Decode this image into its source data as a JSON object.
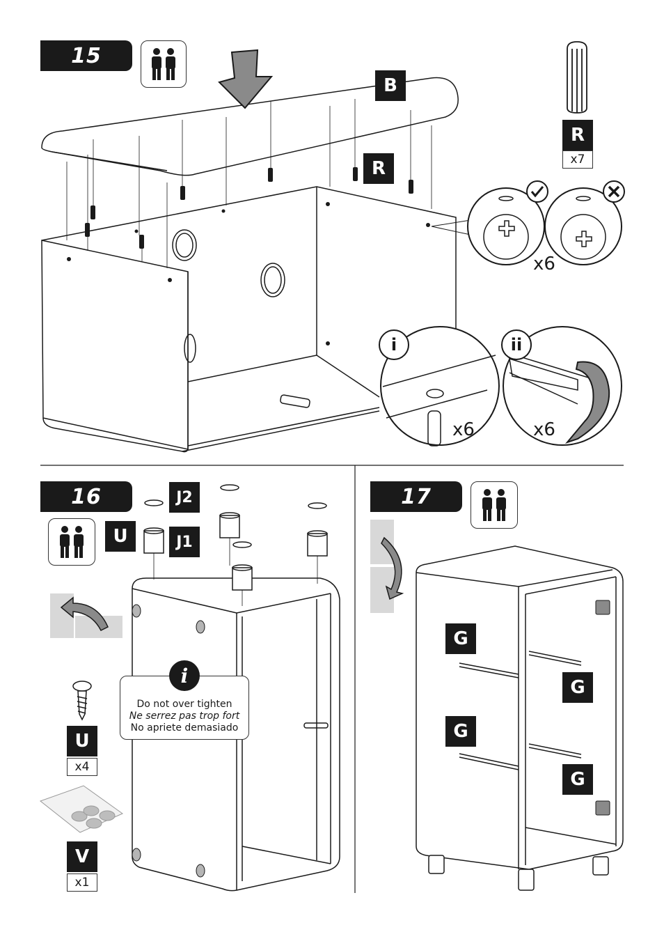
{
  "steps": {
    "s15": "15",
    "s16": "16",
    "s17": "17"
  },
  "labels": {
    "B": "B",
    "R": "R",
    "R_part": "R",
    "J2": "J2",
    "J1": "J1",
    "U": "U",
    "U_part": "U",
    "V_part": "V",
    "G1": "G",
    "G2": "G",
    "G3": "G",
    "G4": "G"
  },
  "quantities": {
    "R": "x7",
    "cam": "x6",
    "insert_i": "x6",
    "turn_ii": "x6",
    "U": "x4",
    "V": "x1"
  },
  "sub_steps": {
    "i": "i",
    "ii": "ii"
  },
  "note": {
    "info_icon": "i",
    "en": "Do not over tighten",
    "fr": "Ne serrez pas trop fort",
    "es": "No apriete demasiado"
  },
  "icons": [
    "two-person-icon",
    "check-icon",
    "cross-icon",
    "rotate-arrow-icon",
    "screw-icon",
    "dowel-icon",
    "felt-pads-icon"
  ],
  "colors": {
    "ink": "#1a1a1a",
    "grey": "#9a9a9a",
    "lightgrey": "#d8d8d8"
  }
}
